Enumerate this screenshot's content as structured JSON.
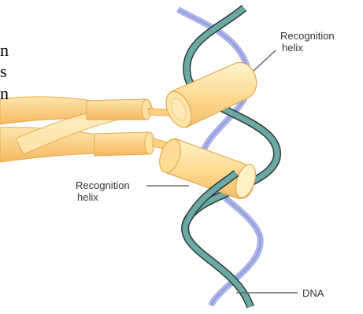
{
  "labels": {
    "recognition_top_line1": "Recognition",
    "recognition_top_line2": "helix",
    "recognition_left_line1": "Recognition",
    "recognition_left_line2": "helix",
    "dna": "DNA"
  },
  "cropped_text_fragments": [
    "n",
    "s",
    "n"
  ],
  "colors": {
    "strand_blue": "#a9b4ea",
    "strand_teal": "#6aa9a4",
    "strand_teal_dark": "#2c3b38",
    "protein_fill": "#fdd88e",
    "protein_light": "#fff0c2",
    "protein_edge": "#e4aa50",
    "leader_line": "#666666"
  }
}
